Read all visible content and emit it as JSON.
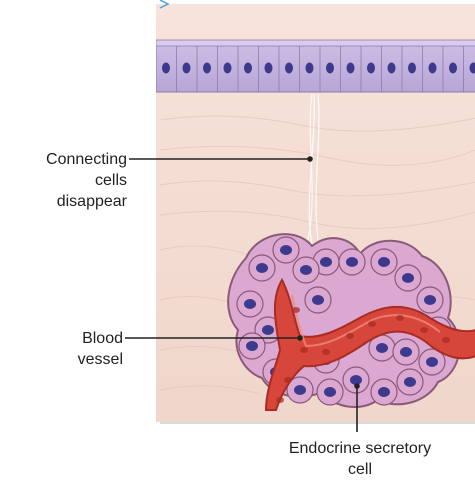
{
  "labels": {
    "connecting": [
      "Connecting",
      "cells",
      "disappear"
    ],
    "blood_vessel": [
      "Blood",
      "vessel"
    ],
    "endocrine": [
      "Endocrine secretory",
      "cell"
    ]
  },
  "colors": {
    "connective_tissue": "#f3dcd3",
    "epithelium": "#c9b8e0",
    "nucleus": "#3d3a8e",
    "gland_cell": "#dba8d1",
    "gland_outline": "#8a5a78",
    "blood": "#d7463a",
    "blood_dark": "#a92c24",
    "leader_line": "#222222"
  }
}
